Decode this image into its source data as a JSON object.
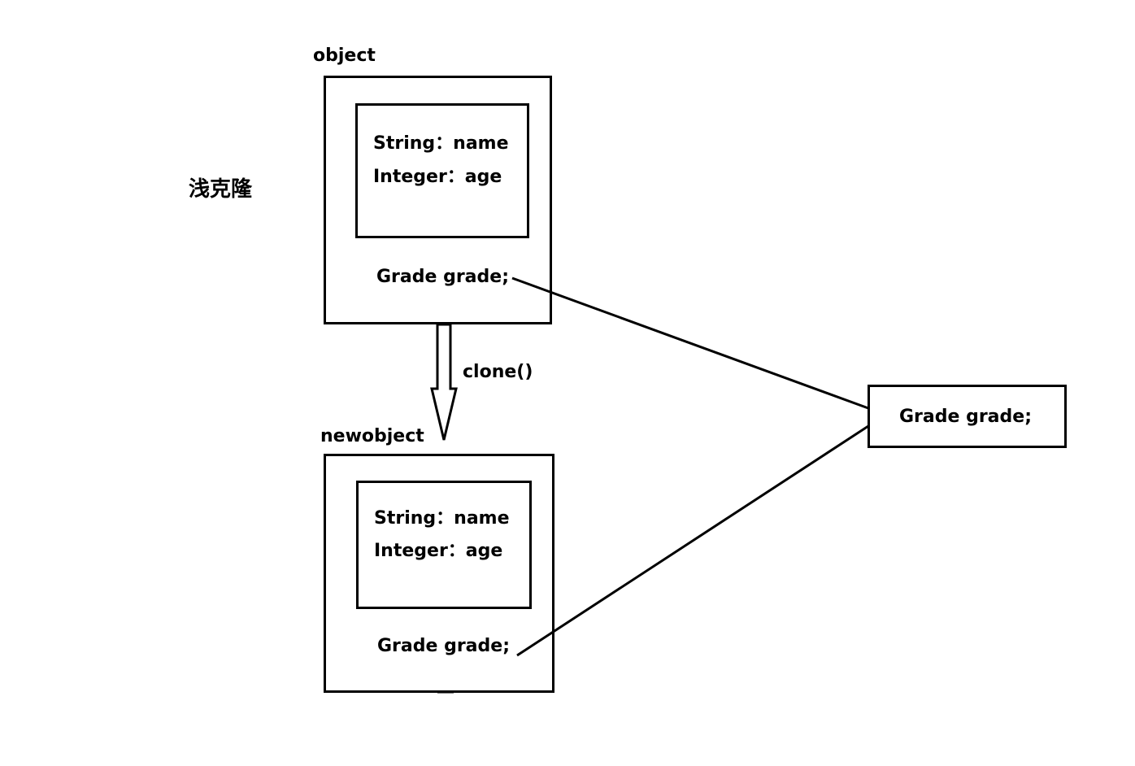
{
  "diagram": {
    "title": "浅克隆",
    "original": {
      "label": "object",
      "fields": [
        "String：name",
        "Integer：age"
      ],
      "reference": "Grade grade;"
    },
    "copy": {
      "label": "newobject",
      "fields": [
        "String：name",
        "Integer：age"
      ],
      "reference": "Grade grade;"
    },
    "arrow_label": "clone()",
    "shared": {
      "label": "Grade grade;"
    }
  }
}
